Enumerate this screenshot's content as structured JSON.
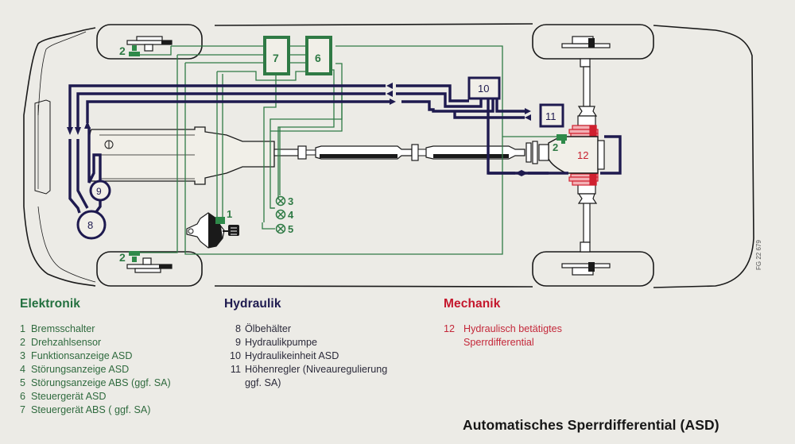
{
  "title": "Automatisches Sperrdifferential (ASD)",
  "figure_code": "FG 22 679",
  "colors": {
    "electronics": "#2f7a45",
    "hydraulics": "#1e1a4f",
    "mechanics": "#c8202f",
    "outline": "#1a1a1a",
    "background": "#ecebe6"
  },
  "diagram_labels": {
    "sensor_front_left": "2",
    "sensor_front_right": "2",
    "sensor_rear": "2",
    "brake_switch": "1",
    "ecu_abs": "7",
    "ecu_asd": "6",
    "lamp_function": "3",
    "lamp_fault_asd": "4",
    "lamp_fault_abs": "5",
    "oil_reservoir": "8",
    "hydraulic_pump": "9",
    "hydraulic_unit": "10",
    "level_regulator": "11",
    "differential": "12"
  },
  "legend": {
    "electronics": {
      "heading": "Elektronik",
      "items": [
        {
          "num": "1",
          "text": "Bremsschalter"
        },
        {
          "num": "2",
          "text": "Drehzahlsensor"
        },
        {
          "num": "3",
          "text": "Funktionsanzeige ASD"
        },
        {
          "num": "4",
          "text": "Störungsanzeige ASD"
        },
        {
          "num": "5",
          "text": "Störungsanzeige ABS (ggf. SA)"
        },
        {
          "num": "6",
          "text": "Steuergerät ASD"
        },
        {
          "num": "7",
          "text": "Steuergerät ABS ( ggf. SA)"
        }
      ]
    },
    "hydraulics": {
      "heading": "Hydraulik",
      "items": [
        {
          "num": "8",
          "text": "Ölbehälter"
        },
        {
          "num": "9",
          "text": "Hydraulikpumpe"
        },
        {
          "num": "10",
          "text": "Hydraulikeinheit ASD"
        },
        {
          "num": "11",
          "text": "Höhenregler (Niveauregulierung"
        }
      ],
      "continuation": "ggf. SA)"
    },
    "mechanics": {
      "heading": "Mechanik",
      "items": [
        {
          "num": "12",
          "text": "Hydraulisch betätigtes"
        }
      ],
      "continuation": "Sperrdifferential"
    }
  }
}
